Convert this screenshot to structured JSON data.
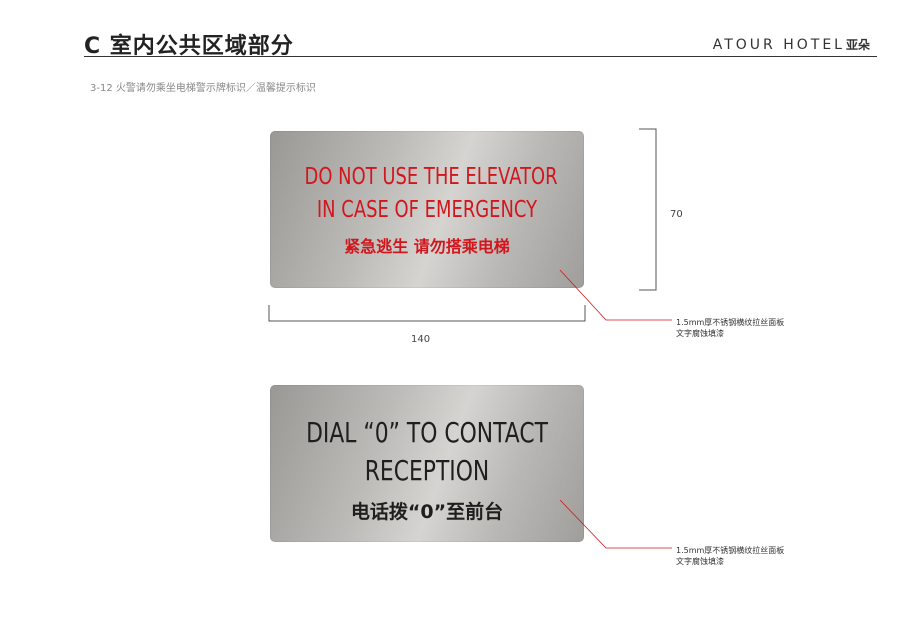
{
  "header": {
    "title": "C 室内公共区域部分",
    "brand_en": "ATOUR HOTEL",
    "brand_cn": "亚朵"
  },
  "section": {
    "caption": "3-12  火警请勿乘坐电梯警示牌标识／温馨提示标识"
  },
  "signs": [
    {
      "line1": "DO NOT USE THE ELEVATOR",
      "line2": "IN CASE OF EMERGENCY",
      "cn": "紧急逃生 请勿搭乘电梯",
      "text_color": "#d2161d"
    },
    {
      "line1": "DIAL “0” TO CONTACT",
      "line2": "RECEPTION",
      "cn": "电话拨“0”至前台",
      "text_color": "#1e1e1e"
    }
  ],
  "dimensions": {
    "height": "70",
    "width": "140"
  },
  "notes": [
    {
      "line1": "1.5mm厚不锈钢横纹拉丝面板",
      "line2": "文字腐蚀填漆"
    },
    {
      "line1": "1.5mm厚不锈钢横纹拉丝面板",
      "line2": "文字腐蚀填漆"
    }
  ],
  "colors": {
    "leader_line": "#d2161d",
    "panel": "#bdbbb8"
  }
}
